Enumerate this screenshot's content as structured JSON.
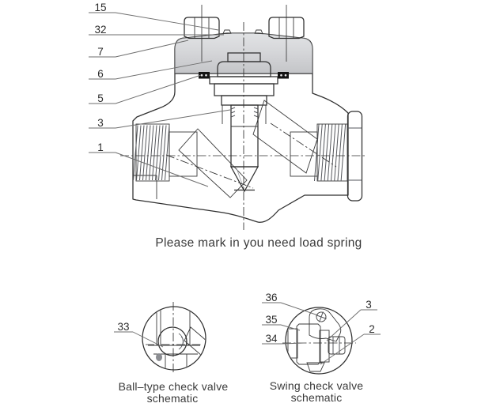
{
  "figure": {
    "main_caption": "Please mark in you need load spring",
    "main_valve": {
      "callouts": [
        {
          "label": "15"
        },
        {
          "label": "32"
        },
        {
          "label": "7"
        },
        {
          "label": "6"
        },
        {
          "label": "5"
        },
        {
          "label": "3"
        },
        {
          "label": "1"
        }
      ]
    },
    "ball_schematic": {
      "callout": {
        "label": "33"
      },
      "caption_line1": "Ball–type check valve",
      "caption_line2": "schematic"
    },
    "swing_schematic": {
      "callouts": [
        {
          "label": "36"
        },
        {
          "label": "35"
        },
        {
          "label": "34"
        },
        {
          "label": "3"
        },
        {
          "label": "2"
        }
      ],
      "caption_line1": "Swing check valve",
      "caption_line2": "schematic"
    },
    "colors": {
      "background": "#ffffff",
      "line": "#2f2f2f",
      "body_fill": "#e3e4e6",
      "bonnet_fill": "#b6b8bd",
      "gasket_fill": "#141414",
      "leader": "#6e6e6e"
    }
  }
}
